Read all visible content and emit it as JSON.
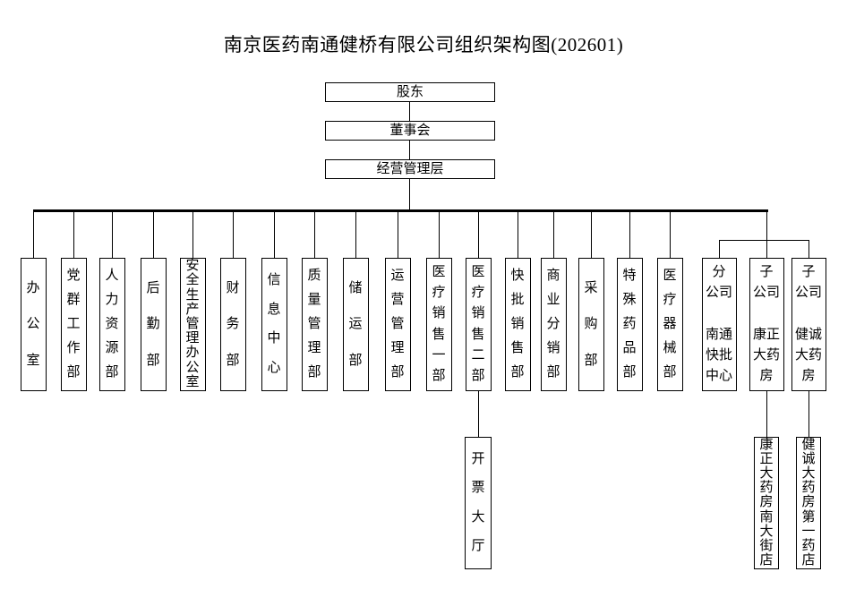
{
  "title": "南京医药南通健桥有限公司组织架构图(202601)",
  "colors": {
    "line": "#000000",
    "border": "#000000",
    "text": "#000000",
    "background": "#ffffff"
  },
  "top_chain": [
    {
      "id": "shareholders",
      "label": "股东"
    },
    {
      "id": "board-of-directors",
      "label": "董事会"
    },
    {
      "id": "management-level",
      "label": "经营管理层"
    }
  ],
  "departments_report_to": "经营管理层",
  "departments": [
    {
      "id": "general-office",
      "label": "办公室"
    },
    {
      "id": "party-mass-work-dept",
      "label": "党群工作部"
    },
    {
      "id": "human-resources-dept",
      "label": "人力资源部"
    },
    {
      "id": "logistics-dept",
      "label": "后勤部"
    },
    {
      "id": "safety-production-office",
      "label": "安全生产管理办公室"
    },
    {
      "id": "finance-dept",
      "label": "财务部"
    },
    {
      "id": "information-center",
      "label": "信息中心"
    },
    {
      "id": "quality-management-dept",
      "label": "质量管理部"
    },
    {
      "id": "storage-transport-dept",
      "label": "储运部"
    },
    {
      "id": "operations-management-dept",
      "label": "运营管理部"
    },
    {
      "id": "medical-sales-dept-1",
      "label": "医疗销售一部"
    },
    {
      "id": "medical-sales-dept-2",
      "label": "医疗销售二部"
    },
    {
      "id": "quick-batch-sales-dept",
      "label": "快批销售部"
    },
    {
      "id": "commercial-distribution-dept",
      "label": "商业分销部"
    },
    {
      "id": "purchasing-dept",
      "label": "采购部"
    },
    {
      "id": "special-drugs-dept",
      "label": "特殊药品部"
    },
    {
      "id": "medical-devices-dept",
      "label": "医疗器械部"
    },
    {
      "id": "branch-nantong-quick-batch-center",
      "label": "分公司 南通快批中心",
      "lines": [
        "分",
        "公司",
        "",
        "南通",
        "快批",
        "中心"
      ]
    },
    {
      "id": "subsidiary-kangzheng-pharmacy",
      "label": "子公司 康正大药房",
      "lines": [
        "子",
        "公司",
        "",
        "康正",
        "大药",
        "房"
      ]
    },
    {
      "id": "subsidiary-jiancheng-pharmacy",
      "label": "子公司 健诚大药房",
      "lines": [
        "子",
        "公司",
        "",
        "健诚",
        "大药",
        "房"
      ]
    }
  ],
  "children": [
    {
      "id": "invoicing-hall",
      "label": "开票大厅",
      "parent": "医疗销售二部"
    },
    {
      "id": "kangzheng-nandajie-store",
      "label": "康正大药房南大街店",
      "parent": "子公司 康正大药房"
    },
    {
      "id": "jiancheng-no1-store",
      "label": "健诚大药房第一药店",
      "parent": "子公司 健诚大药房"
    }
  ]
}
